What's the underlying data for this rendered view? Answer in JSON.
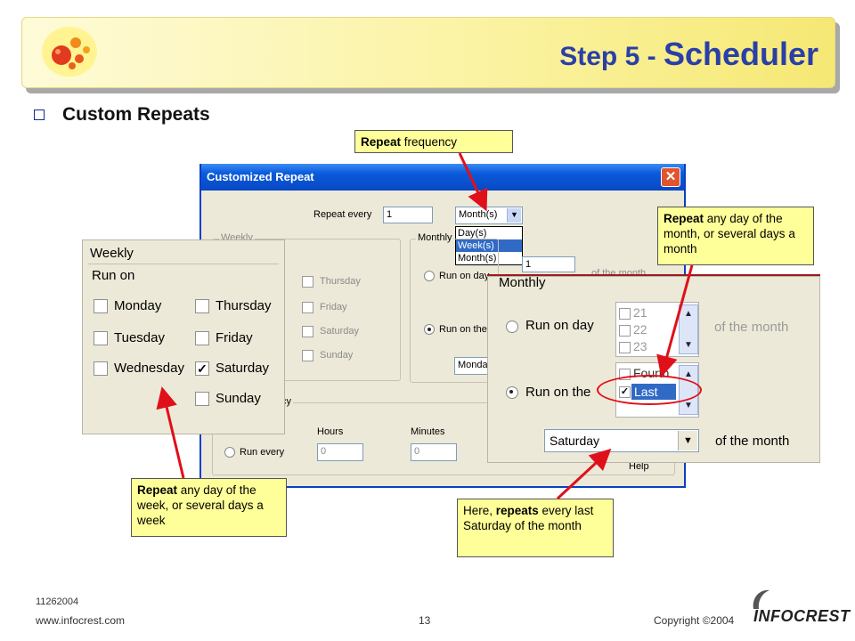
{
  "header": {
    "title_step": "Step 5 - ",
    "title_main": "Scheduler"
  },
  "bullet": "Custom Repeats",
  "callouts": {
    "frequency": {
      "bold": "Repeat",
      "rest": " frequency"
    },
    "monthly": {
      "bold": "Repeat",
      "rest": " any day of the month, or several days a month"
    },
    "weekly": {
      "bold": "Repeat",
      "rest": " any day of the week, or several days a week"
    },
    "last_saturday": {
      "pre": "Here, ",
      "bold": "repeats",
      "rest": " every last Saturday of the month"
    }
  },
  "dialog": {
    "title": "Customized Repeat",
    "close_glyph": "✕",
    "repeat_every_label": "Repeat every",
    "repeat_every_value": "1",
    "repeat_unit": "Month(s)",
    "repeat_options": [
      "Day(s)",
      "Week(s)",
      "Month(s)"
    ],
    "weekly_group": "Weekly",
    "weekly_days": [
      "Thursday",
      "Friday",
      "Saturday",
      "Sunday"
    ],
    "monthly_group": "Monthly",
    "run_on_day": "Run on day",
    "run_on_the": "Run on the",
    "day_spin_value": "1",
    "of_the_month": "of the month",
    "weekday_value": "Monda",
    "hours_label": "Hours",
    "minutes_label": "Minutes",
    "hours_value": "0",
    "minutes_value": "0",
    "run_every": "Run every",
    "cy_partial": "cy",
    "help_button": "Help"
  },
  "weekly_zoom": {
    "group": "Weekly",
    "run_on": "Run on",
    "days": [
      {
        "label": "Monday",
        "checked": false
      },
      {
        "label": "Tuesday",
        "checked": false
      },
      {
        "label": "Wednesday",
        "checked": false
      },
      {
        "label": "Thursday",
        "checked": false
      },
      {
        "label": "Friday",
        "checked": false
      },
      {
        "label": "Saturday",
        "checked": true
      },
      {
        "label": "Sunday",
        "checked": false
      }
    ]
  },
  "monthly_zoom": {
    "group": "Monthly",
    "run_on_day": "Run on day",
    "run_on_the": "Run on the",
    "days": [
      "21",
      "22",
      "23"
    ],
    "ordinals": [
      "Fourth",
      "Last"
    ],
    "ordinal_selected": "Last",
    "weekday": "Saturday",
    "of_the_month_1": "of the month",
    "of_the_month_2": "of the month"
  },
  "footer": {
    "date": "11262004",
    "url": "www.infocrest.com",
    "page": "13",
    "copyright": "Copyright ©2004",
    "logo": "INFOCREST"
  },
  "colors": {
    "title": "#2a3fa8",
    "callout_bg": "#ffff99",
    "arrow": "#e0101a",
    "xp_blue": "#0848c4",
    "dialog_bg": "#ece9d8"
  }
}
